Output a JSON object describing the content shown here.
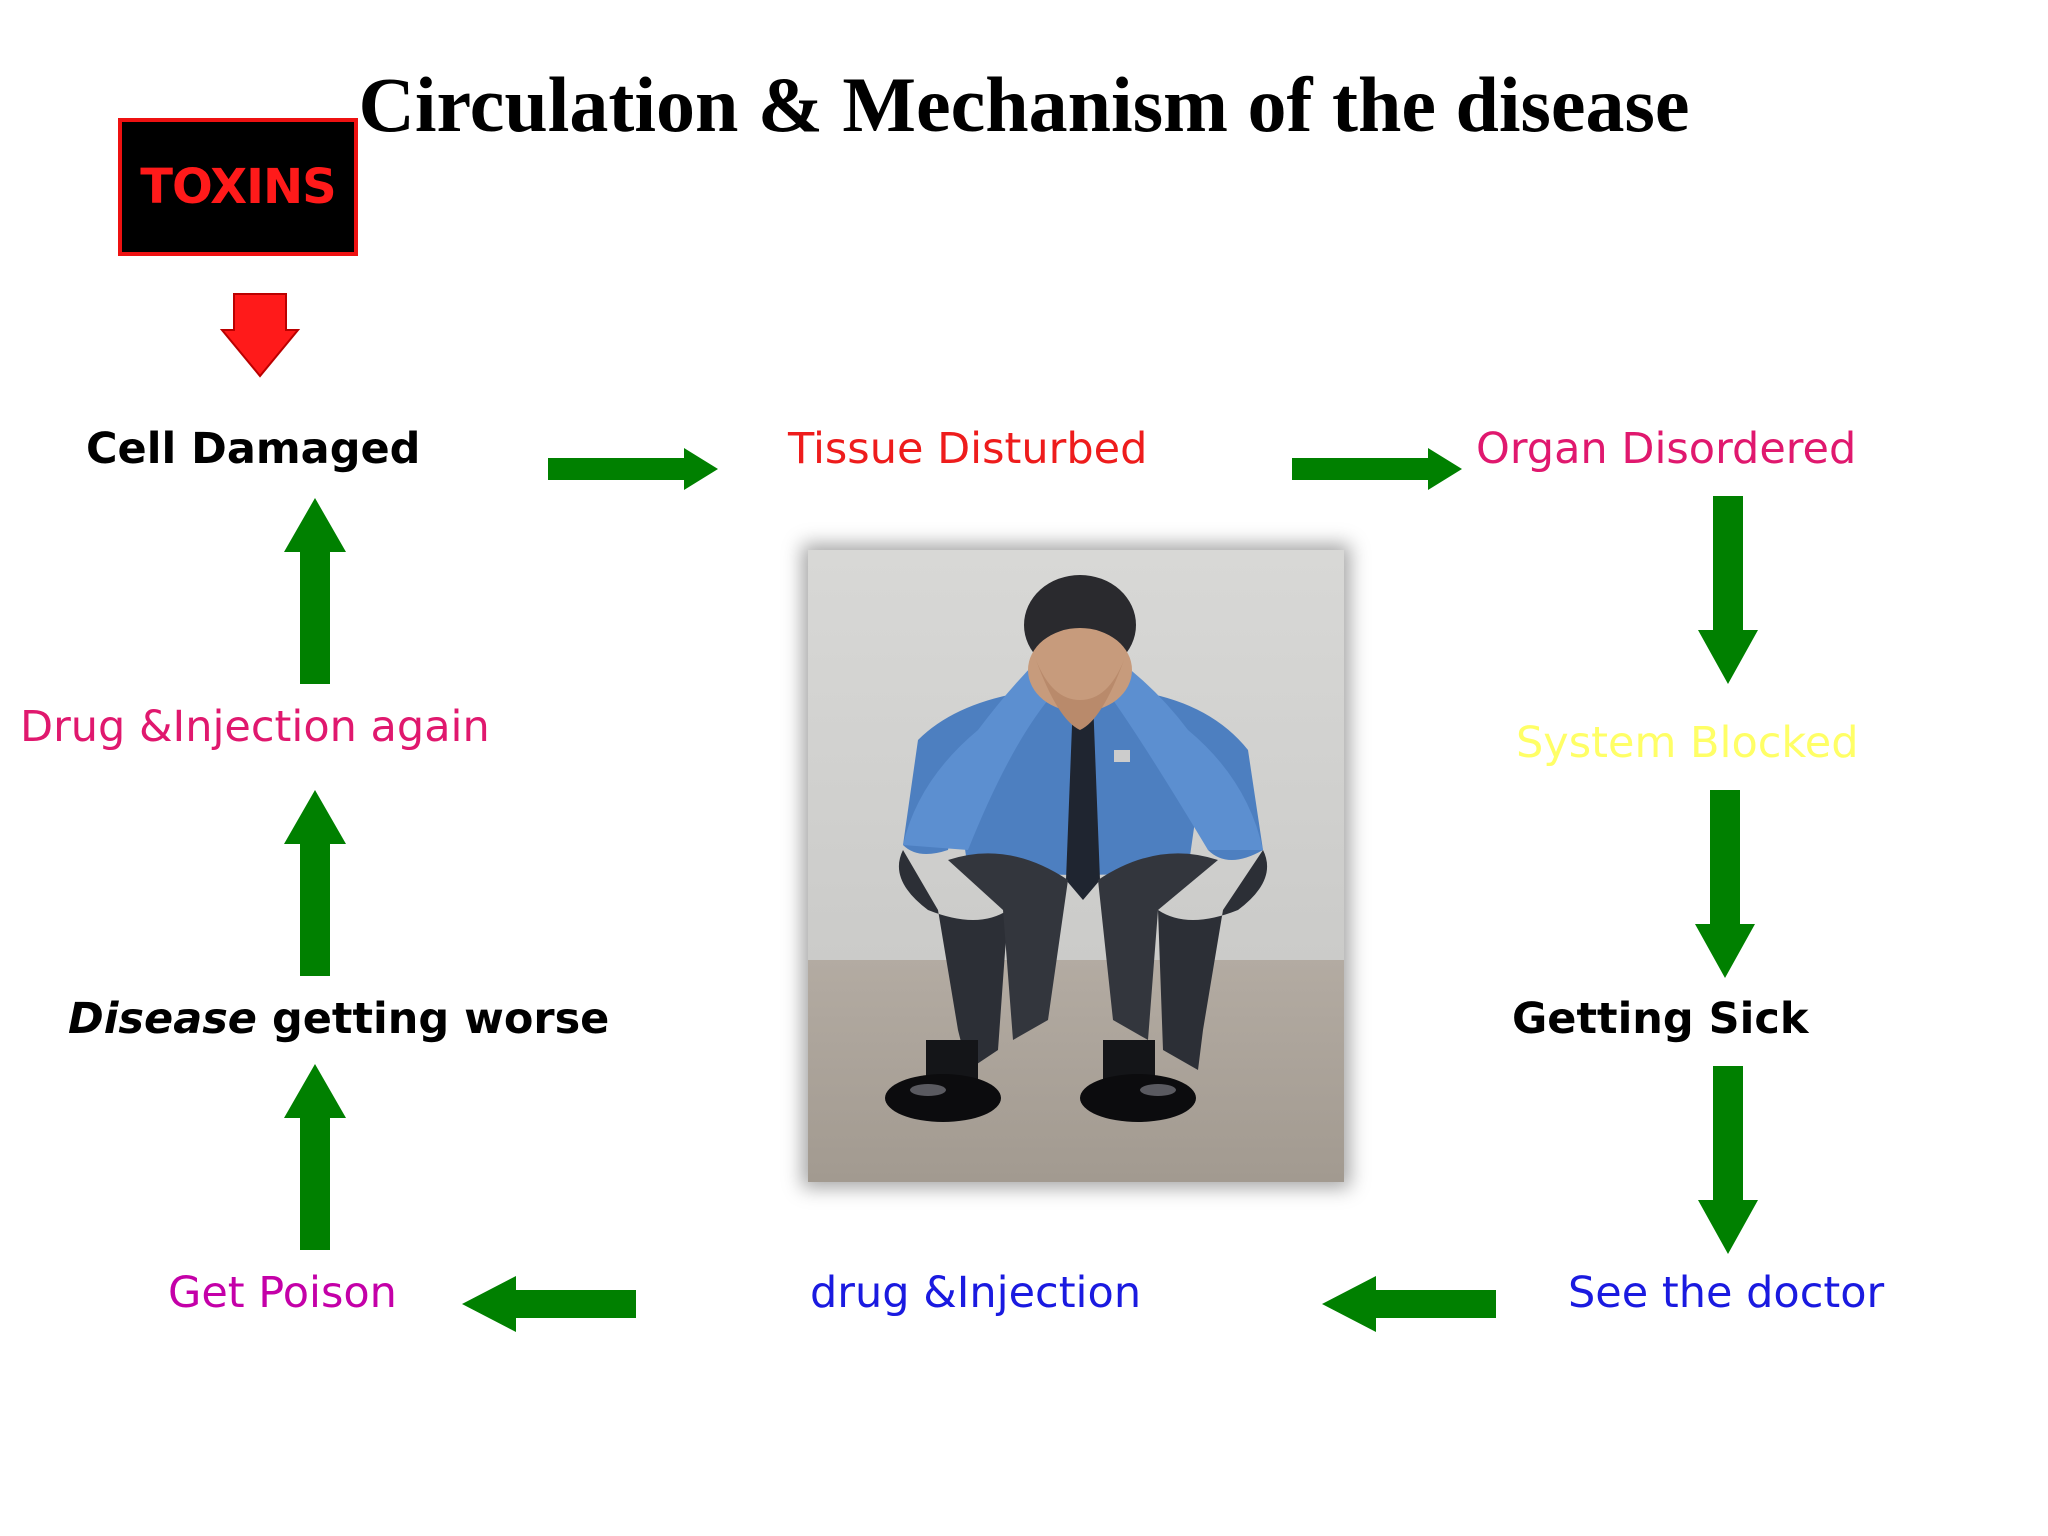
{
  "title": "Circulation & Mechanism of the disease",
  "toxins_label": "TOXINS",
  "colors": {
    "arrow_green": "#008000",
    "toxin_red": "#ff1a1a",
    "black": "#000000",
    "red": "#ee1c1c",
    "magenta": "#e0186e",
    "yellow": "#ffff66",
    "purple": "#c400a8",
    "blue": "#1a1ae0"
  },
  "nodes": {
    "cell_damaged": "Cell Damaged",
    "tissue_disturbed": "Tissue Disturbed",
    "organ_disordered": "Organ Disordered",
    "system_blocked": "System Blocked",
    "getting_sick": "Getting Sick",
    "see_the_doctor": "See the doctor",
    "drug_injection": "drug &Injection",
    "get_poison": "Get Poison",
    "disease_worse_italic": "Disease",
    "disease_worse_rest": " getting worse",
    "drug_injection_again": "Drug &Injection again"
  }
}
